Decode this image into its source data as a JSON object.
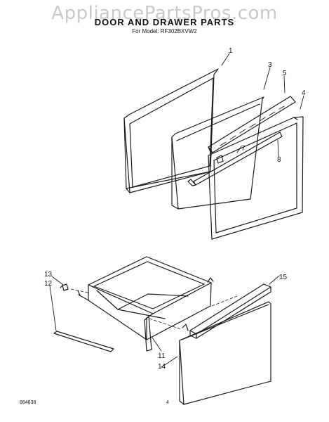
{
  "watermark": "AppliancePartsPros.com",
  "header": {
    "title": "DOOR AND DRAWER PARTS",
    "subtitle": "For Model: RF302BXVW2"
  },
  "callouts": [
    "1",
    "3",
    "5",
    "4",
    "7",
    "8",
    "13",
    "12",
    "15",
    "11",
    "14"
  ],
  "footer": {
    "doc_number": "884638",
    "page_number": "4"
  },
  "colors": {
    "line": "#1a1a1a",
    "watermark": "#c9c9c9",
    "background": "#ffffff"
  }
}
